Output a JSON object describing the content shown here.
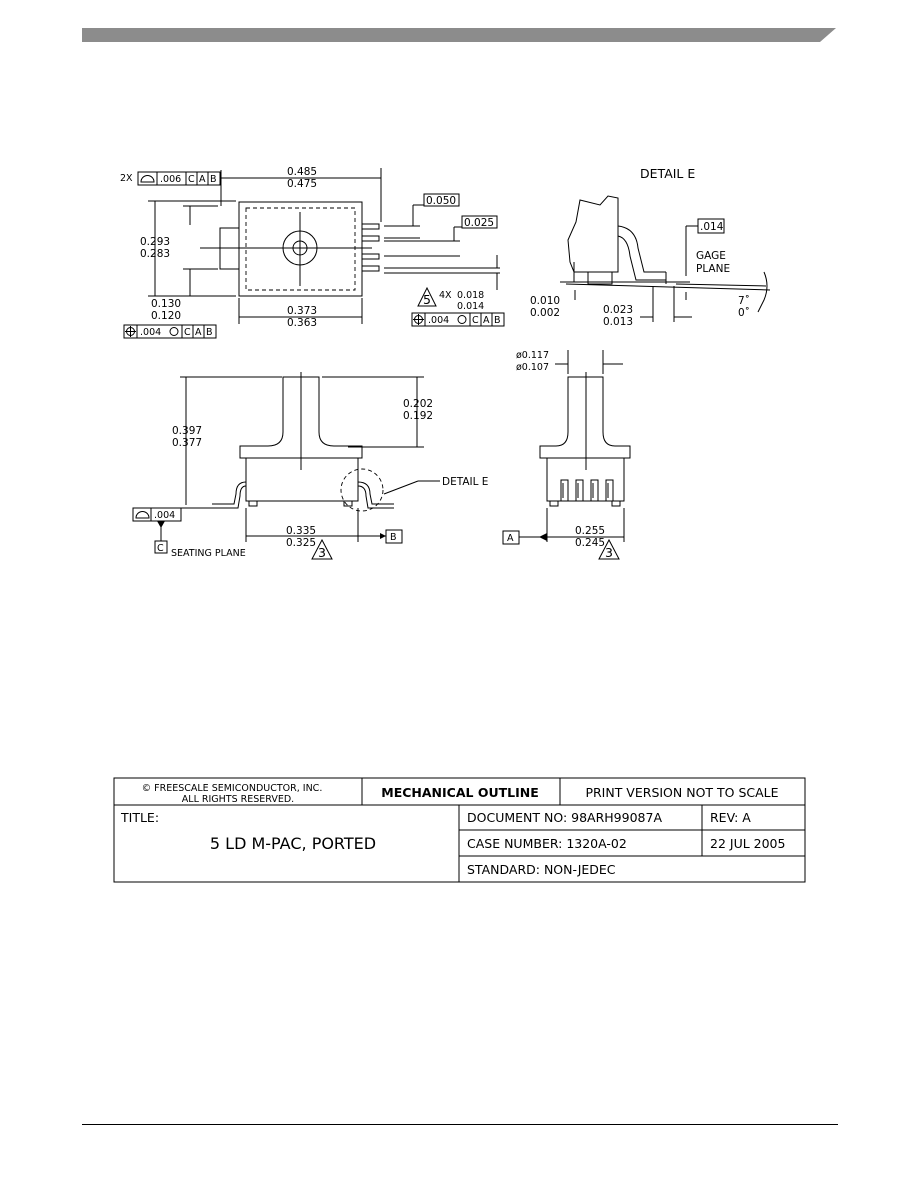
{
  "colors": {
    "header_bar": "#8c8c8c",
    "ink": "#000000",
    "paper": "#ffffff"
  },
  "top_view": {
    "fcf_count": "2X",
    "fcf_tol": ".006",
    "fcf_datums": [
      "C",
      "A",
      "B"
    ],
    "width_max": "0.485",
    "width_min": "0.475",
    "height_max": "0.293",
    "height_min": "0.283",
    "offset_max": "0.130",
    "offset_min": "0.120",
    "body_max": "0.373",
    "body_min": "0.363",
    "pitch": "0.050",
    "lead_width": "0.025",
    "lead_count": "4X",
    "lead_max": "0.018",
    "lead_min": "0.014",
    "note5": "5",
    "pos_tol": ".004",
    "pos_tol_lower": ".004",
    "pos_datums": [
      "C",
      "A",
      "B"
    ]
  },
  "detail_e": {
    "title": "DETAIL E",
    "flat_tol": ".014",
    "gage_line1": "GAGE",
    "gage_line2": "PLANE",
    "standoff_max": "0.010",
    "standoff_min": "0.002",
    "foot_max": "0.023",
    "foot_min": "0.013",
    "angle_max": "7˚",
    "angle_min": "0˚"
  },
  "front_view": {
    "height_max": "0.397",
    "height_min": "0.377",
    "port_max": "0.202",
    "port_min": "0.192",
    "flat_tol": ".004",
    "datum_c": "C",
    "seating_plane": "SEATING PLANE",
    "detail_label": "DETAIL E",
    "width_max": "0.335",
    "width_min": "0.325",
    "note3": "3",
    "datum_b": "B"
  },
  "side_view": {
    "dia_max": "ø0.117",
    "dia_min": "ø0.107",
    "datum_a": "A",
    "width_max": "0.255",
    "width_min": "0.245",
    "note3": "3"
  },
  "title_block": {
    "copyright_line1": "© FREESCALE SEMICONDUCTOR, INC.",
    "copyright_line2": "ALL RIGHTS RESERVED.",
    "heading": "MECHANICAL OUTLINE",
    "print_note": "PRINT VERSION NOT TO SCALE",
    "title_label": "TITLE:",
    "title": "5 LD M-PAC, PORTED",
    "document": "DOCUMENT NO: 98ARH99087A",
    "revision": "REV: A",
    "case_number": "CASE NUMBER: 1320A-02",
    "date": "22 JUL 2005",
    "standard": "STANDARD: NON-JEDEC"
  }
}
